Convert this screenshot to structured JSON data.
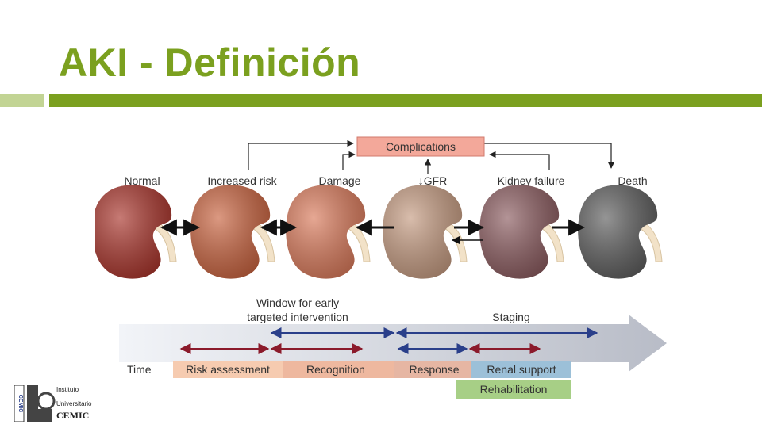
{
  "slide": {
    "title": "AKI - Definición"
  },
  "diagram": {
    "stages": [
      "Normal",
      "Increased risk",
      "Damage",
      "↓GFR",
      "Kidney failure",
      "Death"
    ],
    "complications_label": "Complications",
    "window_label_line1": "Window for early",
    "window_label_line2": "targeted intervention",
    "staging_label": "Staging",
    "time_label": "Time",
    "phases": [
      "Risk assessment",
      "Recognition",
      "Response",
      "Renal support"
    ],
    "rehab_label": "Rehabilitation",
    "colors": {
      "kidneys": [
        "#a8332a",
        "#c8623e",
        "#d9795a",
        "#c49a80",
        "#8a5a5e",
        "#5c5c5c"
      ],
      "complications_box": "#f3a89a",
      "red_arrows": "#8b1a2b",
      "blue_arrows": "#2a3f8a",
      "risk_band": "#f6cbb0",
      "recognition_band": "#eeb89f",
      "response_band": "#e6b6a3",
      "renal_support_band": "#9cc0d8",
      "rehab_band": "#a7cf86"
    }
  },
  "logo": {
    "line1": "Instituto",
    "line2": "Universitario",
    "line3": "CEMIC",
    "vertical": "CEMIC"
  }
}
